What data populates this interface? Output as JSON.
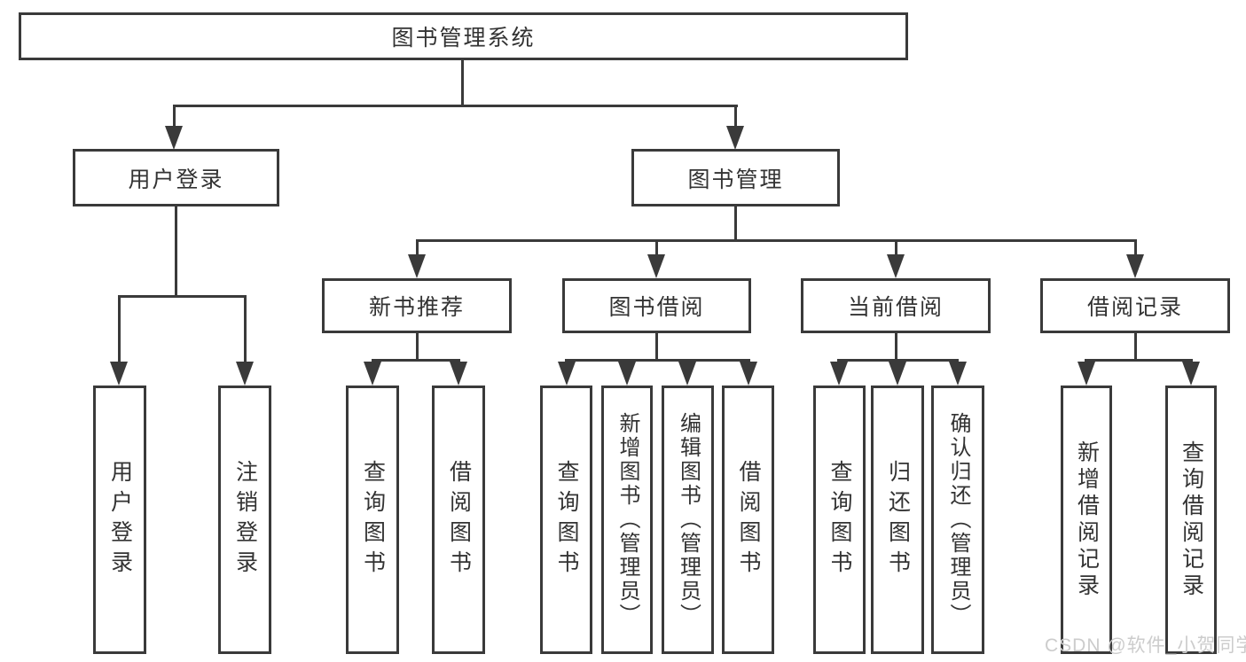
{
  "colors": {
    "line": "#3a3a3a",
    "text": "#333333",
    "watermark": "#cccccc",
    "background": "#ffffff"
  },
  "nodes": {
    "root": "图书管理系统",
    "user_login": "用户登录",
    "book_mgmt": "图书管理",
    "new_book": "新书推荐",
    "book_borrow": "图书借阅",
    "current_borrow": "当前借阅",
    "borrow_records": "借阅记录",
    "user_login_leaf": "用户登录",
    "logout_leaf": "注销登录",
    "nb_query": "查询图书",
    "nb_borrow": "借阅图书",
    "bb_query": "查询图书",
    "bb_add": "新增图书（管理员）",
    "bb_edit": "编辑图书（管理员）",
    "bb_borrow": "借阅图书",
    "cb_query": "查询图书",
    "cb_return": "归还图书",
    "cb_confirm": "确认归还（管理员）",
    "br_add": "新增借阅记录",
    "br_query": "查询借阅记录"
  },
  "watermark": "CSDN @软件_小贺同学"
}
